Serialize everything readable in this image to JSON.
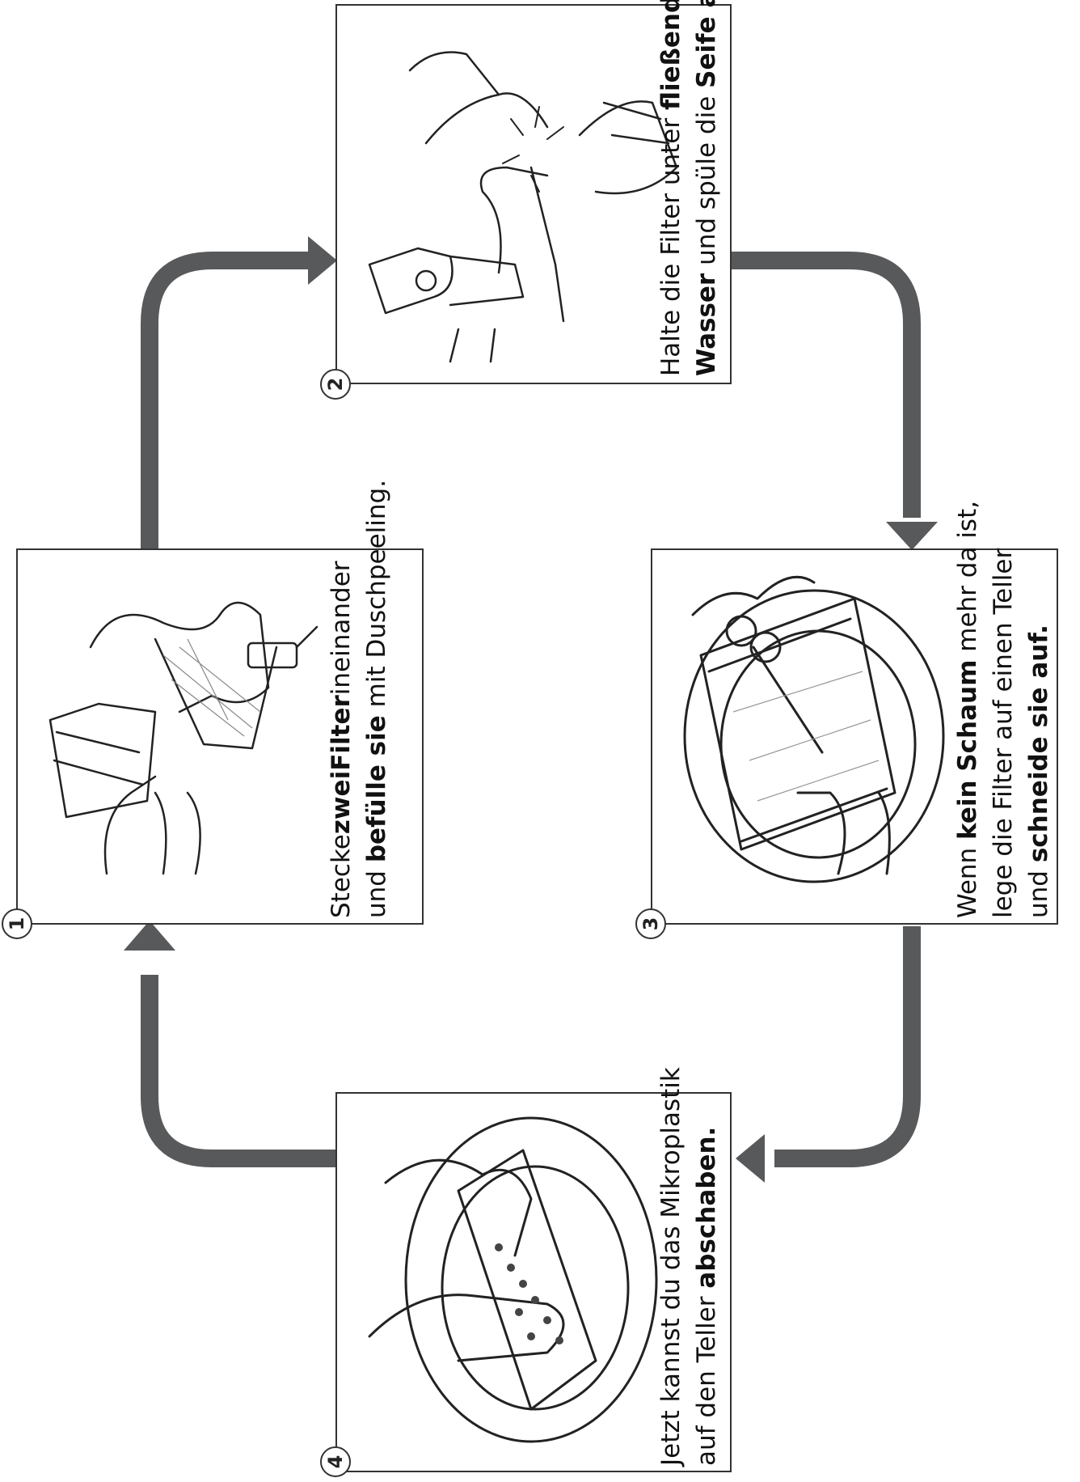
{
  "steps": [
    {
      "number": "1",
      "line1": [
        "Stecke ",
        "zwei",
        " ",
        "Filter",
        " ineinander"
      ],
      "line2": [
        "und ",
        "befülle sie",
        " mit Duschpeeling."
      ]
    },
    {
      "number": "2",
      "line1": [
        "Halte die Filter unter ",
        "fließendes"
      ],
      "line2": [
        "Wasser",
        " und spüle die ",
        "Seife ab."
      ]
    },
    {
      "number": "3",
      "line1": [
        "Wenn ",
        "kein Schaum",
        " mehr da ist,"
      ],
      "line2": [
        "lege die Filter auf einen Teller"
      ],
      "line3": [
        "und ",
        "schneide sie auf."
      ]
    },
    {
      "number": "4",
      "line1": [
        "Jetzt kannst du das Mikroplastik"
      ],
      "line2": [
        "auf den Teller ",
        "abschaben."
      ]
    }
  ],
  "colors": {
    "arrow": "#58595b",
    "border": "#333333"
  },
  "icons": [
    "filter-bag-icon",
    "faucet-icon",
    "scissors-plate-icon",
    "scraping-plate-icon"
  ]
}
